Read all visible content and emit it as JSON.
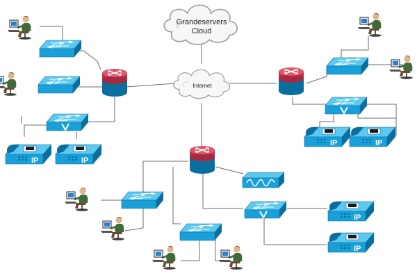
{
  "clouds": {
    "grandeservers": {
      "line1": "Grandeservers",
      "line2": "Cloud",
      "icon": "cloud-icon"
    },
    "internet": {
      "label": "Internet",
      "icon": "cloud-icon"
    }
  },
  "ip_phone_label": "IP",
  "colors": {
    "device_blue": "#1aa0d8",
    "device_dark": "#0a6f9f",
    "router_red": "#c0304a",
    "link_gray": "#6b6b6b"
  },
  "devices": {
    "routers": [
      "router-west",
      "router-east",
      "router-south"
    ],
    "switches": [
      "switch-nw-1",
      "switch-nw-2",
      "switch-east",
      "switch-south-1",
      "switch-south-2"
    ],
    "voice_switches": [
      "voice-switch-west",
      "voice-switch-east",
      "voice-switch-south"
    ],
    "ip_phones": [
      "ip-phone-w1",
      "ip-phone-w2",
      "ip-phone-e1",
      "ip-phone-e2",
      "ip-phone-s1",
      "ip-phone-s2"
    ],
    "users": [
      "user-nw-1",
      "user-nw-2",
      "user-ne-1",
      "user-ne-2",
      "user-s-1",
      "user-s-2",
      "user-s-3",
      "user-s-4"
    ],
    "appliance": "wan-optimizer"
  }
}
